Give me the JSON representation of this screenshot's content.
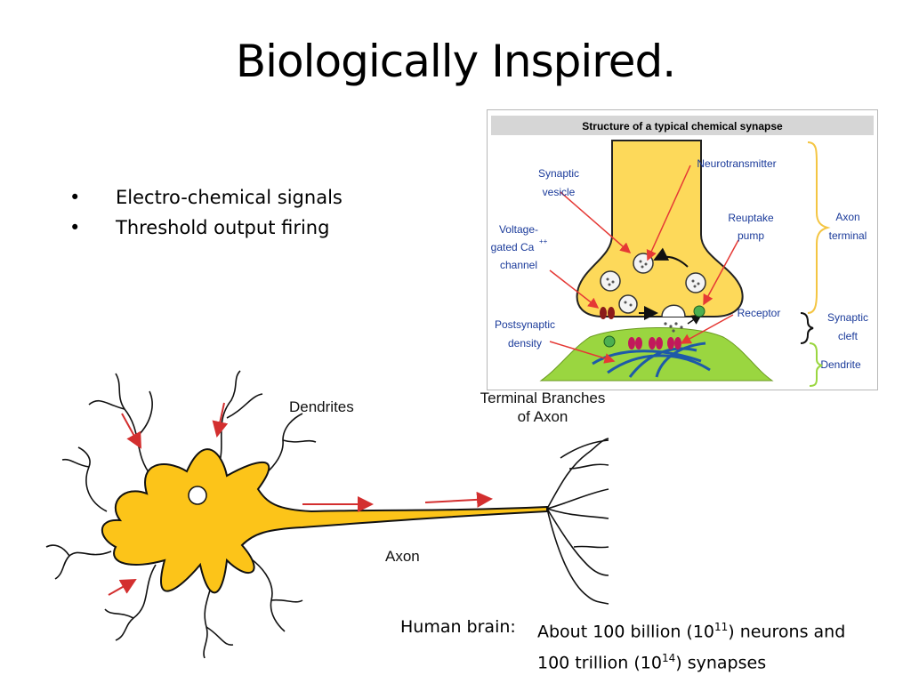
{
  "slide": {
    "title": "Biologically Inspired.",
    "bullets": [
      "Electro-chemical signals",
      "Threshold output firing"
    ],
    "footnote": {
      "label": "Human brain:",
      "line1_a": "About 100 billion (10",
      "line1_exp": "11",
      "line1_b": ") neurons and",
      "line2_a": "100 trillion (10",
      "line2_exp": "14",
      "line2_b": ") synapses"
    }
  },
  "synapse_diagram": {
    "title": "Structure of a typical chemical synapse",
    "labels": {
      "synaptic_vesicle": [
        "Synaptic",
        "vesicle"
      ],
      "neurotransmitter": "Neurotransmitter",
      "voltage_gated": [
        "Voltage-",
        "gated Ca",
        "++",
        "channel"
      ],
      "reuptake_pump": [
        "Reuptake",
        "pump"
      ],
      "postsynaptic_density": [
        "Postsynaptic",
        "density"
      ],
      "receptor": "Receptor",
      "axon_terminal": [
        "Axon",
        "terminal"
      ],
      "synaptic_cleft": [
        "Synaptic",
        "cleft"
      ],
      "dendrite": "Dendrite"
    }
  },
  "neuron_diagram": {
    "labels": {
      "dendrites": "Dendrites",
      "terminal_branches": [
        "Terminal Branches",
        "of Axon"
      ],
      "axon": "Axon"
    },
    "colors": {
      "cell": "#fcc419",
      "arrow": "#d32f2f"
    }
  }
}
